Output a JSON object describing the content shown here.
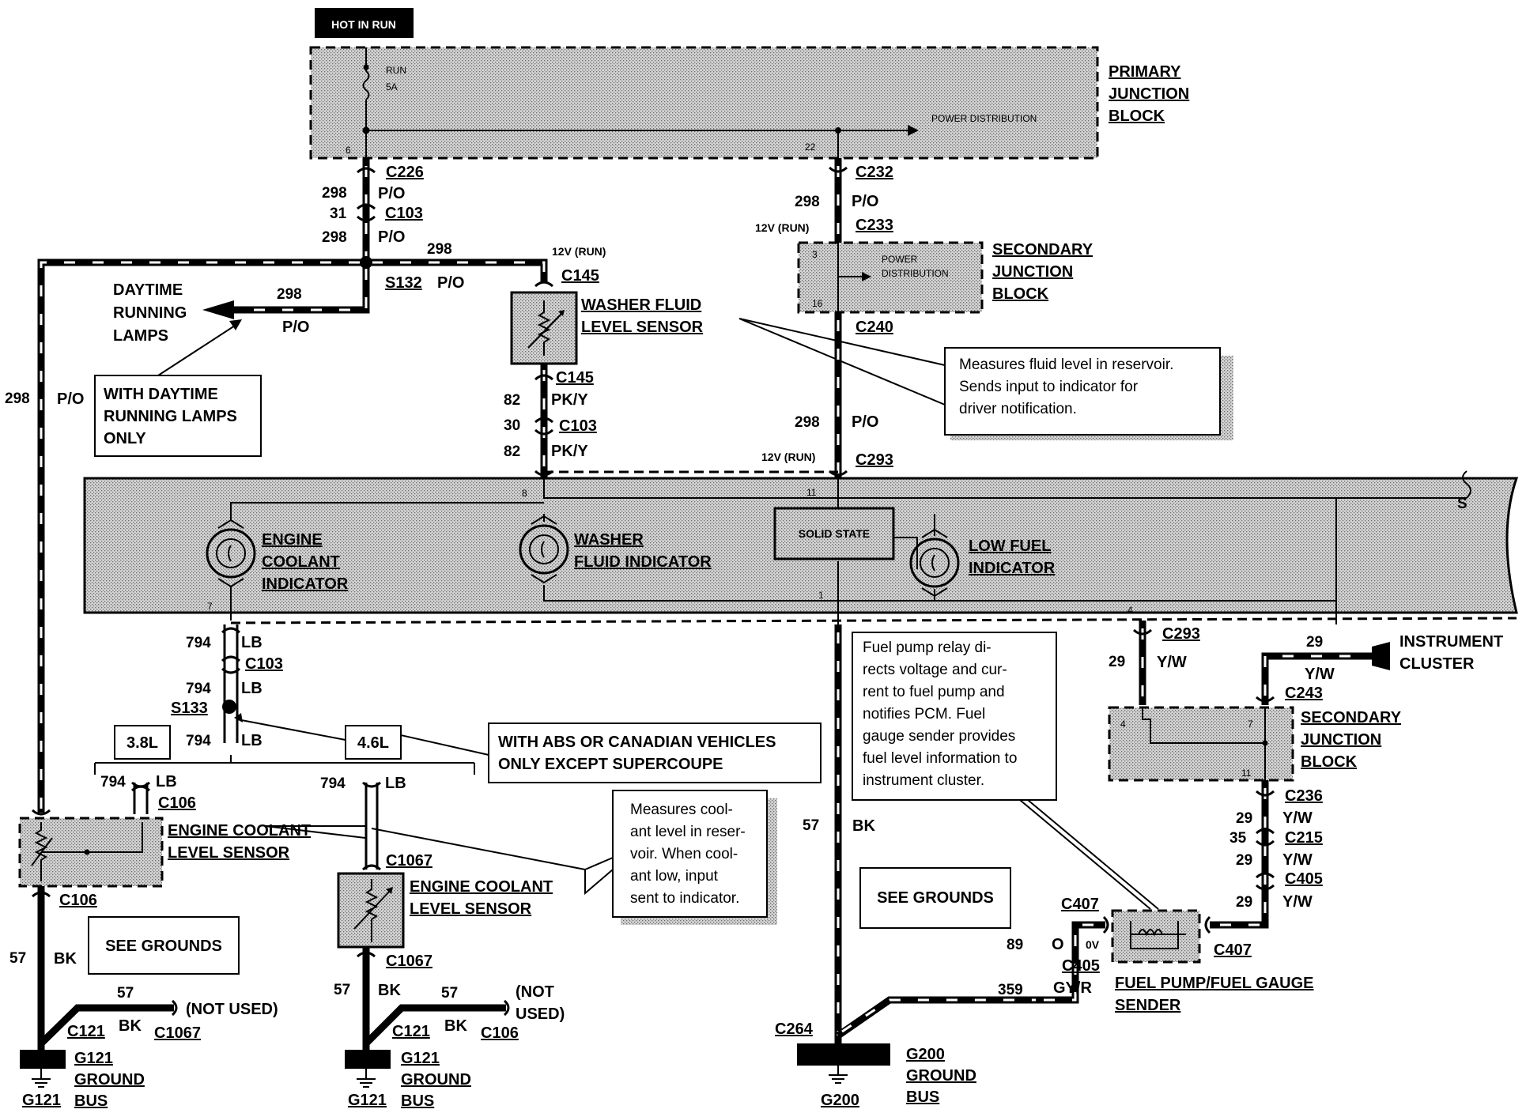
{
  "labels": {
    "hot_in_run": "HOT IN RUN",
    "run": "RUN",
    "fuse": "5A",
    "power_distribution": "POWER DISTRIBUTION",
    "power": "POWER",
    "distribution": "DISTRIBUTION",
    "primary_jb": [
      "PRIMARY",
      "JUNCTION",
      "BLOCK"
    ],
    "secondary_jb_top": [
      "SECONDARY",
      "JUNCTION",
      "BLOCK"
    ],
    "secondary_jb_bottom": [
      "SECONDARY",
      "JUNCTION",
      "BLOCK"
    ],
    "pin_6": "6",
    "pin_22": "22",
    "pin_3": "3",
    "pin_16": "16",
    "pin_8": "8",
    "pin_11": "11",
    "pin_7": "7",
    "pin_1": "1",
    "pin_4": "4",
    "pin_7b": "7",
    "pin_4b": "4",
    "pin_11b": "11",
    "c226": "C226",
    "c103a": "C103",
    "c103b": "C103",
    "c103c": "C103",
    "c232": "C232",
    "c233": "C233",
    "c240": "C240",
    "c145a": "C145",
    "c145b": "C145",
    "c293a": "C293",
    "c293b": "C293",
    "c243": "C243",
    "c236": "C236",
    "c215": "C215",
    "c405a": "C405",
    "c405b": "C405",
    "c407a": "C407",
    "c407b": "C407",
    "c106a": "C106",
    "c106b": "C106",
    "c106c": "C106",
    "c1067a": "C1067",
    "c1067b": "C1067",
    "c1067c": "C1067",
    "c121a": "C121",
    "c121b": "C121",
    "c264": "C264",
    "s132": "S132",
    "s133": "S133",
    "w298": "298",
    "w31": "31",
    "w82": "82",
    "w30": "30",
    "w794": "794",
    "w57": "57",
    "w29": "29",
    "w35": "35",
    "w89": "89",
    "w359": "359",
    "po": "P/O",
    "pky": "PK/Y",
    "lb": "LB",
    "bk": "BK",
    "yw": "Y/W",
    "o": "O",
    "ov": "0V",
    "gyr": "GY/R",
    "v12run": "12V (RUN)",
    "drl": [
      "DAYTIME",
      "RUNNING",
      "LAMPS"
    ],
    "with_drl": [
      "WITH DAYTIME",
      "RUNNING LAMPS",
      "ONLY"
    ],
    "washer_sensor": [
      "WASHER FLUID",
      "LEVEL SENSOR"
    ],
    "washer_note": [
      "Measures fluid level in reservoir.",
      "Sends input to indicator for",
      "driver notification."
    ],
    "engine_coolant_indicator": [
      "ENGINE",
      "COOLANT",
      "INDICATOR"
    ],
    "washer_indicator": [
      "WASHER",
      "FLUID INDICATOR"
    ],
    "solid_state": "SOLID STATE",
    "low_fuel_indicator": [
      "LOW FUEL",
      "INDICATOR"
    ],
    "s_mark": "S",
    "l38": "3.8L",
    "l46": "4.6L",
    "abs_note": [
      "WITH ABS OR CANADIAN VEHICLES",
      "ONLY EXCEPT SUPERCOUPE"
    ],
    "coolant_sensor": [
      "ENGINE COOLANT",
      "LEVEL SENSOR"
    ],
    "coolant_note": [
      "Measures cool-",
      "ant level in reser-",
      "voir. When cool-",
      "ant low, input",
      "sent to indicator."
    ],
    "fuel_note": [
      "Fuel pump relay di-",
      "rects voltage and cur-",
      "rent to fuel pump and",
      "notifies PCM. Fuel",
      "gauge sender provides",
      "fuel level information to",
      "instrument cluster."
    ],
    "see_grounds": "SEE GROUNDS",
    "not_used": [
      "(NOT",
      "USED)"
    ],
    "not_used_inline": "(NOT USED)",
    "instrument_cluster": [
      "INSTRUMENT",
      "CLUSTER"
    ],
    "fuel_sender": [
      "FUEL PUMP/FUEL GAUGE",
      "SENDER"
    ],
    "g121": "G121",
    "g200": "G200",
    "ground_bus": [
      "GROUND",
      "BUS"
    ]
  }
}
